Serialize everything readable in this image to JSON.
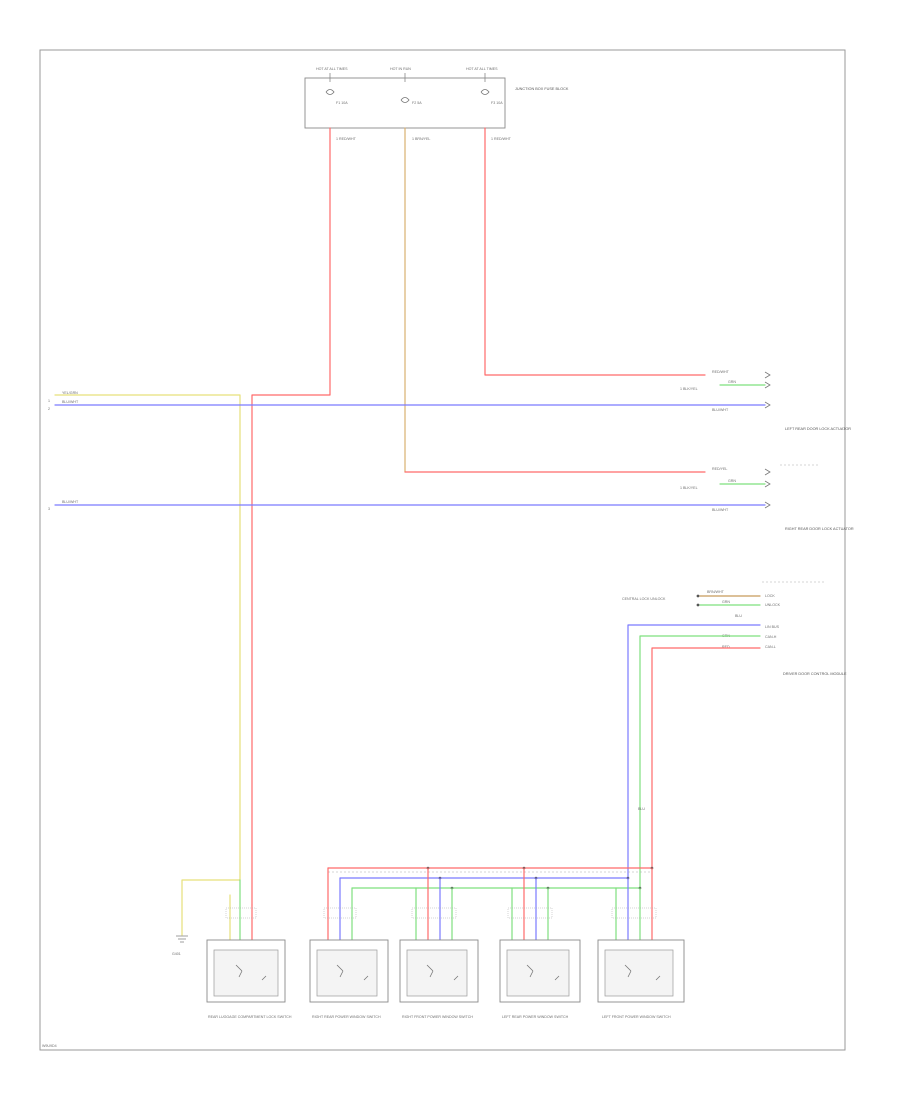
{
  "footer": {
    "code": "W9U9D4"
  },
  "fuse_block": {
    "fuses": [
      {
        "top": "HOT AT ALL TIMES",
        "label": "F1 10A",
        "wire": "1 RED/WHT"
      },
      {
        "top": "HOT IN RUN",
        "label": "F2 5A",
        "wire": "1 BRN/YEL"
      },
      {
        "top": "HOT AT ALL TIMES",
        "label": "F3 10A",
        "wire": "1 RED/WHT"
      }
    ],
    "component": "JUNCTION BOX FUSE BLOCK"
  },
  "left_wires": [
    {
      "num": "1",
      "label": "YEL/GRN"
    },
    {
      "num": "2",
      "label": "BLU/WHT"
    },
    {
      "num": "3",
      "label": "BLU/WHT"
    }
  ],
  "right_connectors": [
    {
      "pins": [
        "RED/WHT",
        "GRN"
      ],
      "sub": "1 BLK/YEL",
      "wire": "BLU/WHT",
      "name": "LEFT REAR DOOR LOCK ACTUATOR"
    },
    {
      "pins": [
        "RED/YEL",
        "GRN"
      ],
      "sub": "1 BLK/YEL",
      "wire": "BLU/WHT",
      "name": "RIGHT REAR DOOR LOCK ACTUATOR"
    }
  ],
  "control_module": {
    "pins": [
      "BRN/WHT",
      "GRN",
      "BLU",
      "GRN",
      "RED"
    ],
    "left_label": "CENTRAL LOCK UNLOCK",
    "pin_names": [
      "LOCK",
      "UNLOCK",
      "LIN BUS",
      "CAN-H",
      "CAN-L"
    ],
    "name": "DRIVER DOOR CONTROL MODULE"
  },
  "ground_label": "G401",
  "bottom_components": [
    {
      "name": "REAR LUGGAGE COMPARTMENT LOCK SWITCH"
    },
    {
      "name": "RIGHT REAR POWER WINDOW SWITCH"
    },
    {
      "name": "RIGHT FRONT POWER WINDOW SWITCH"
    },
    {
      "name": "LEFT REAR POWER WINDOW SWITCH"
    },
    {
      "name": "LEFT FRONT POWER WINDOW SWITCH"
    }
  ]
}
